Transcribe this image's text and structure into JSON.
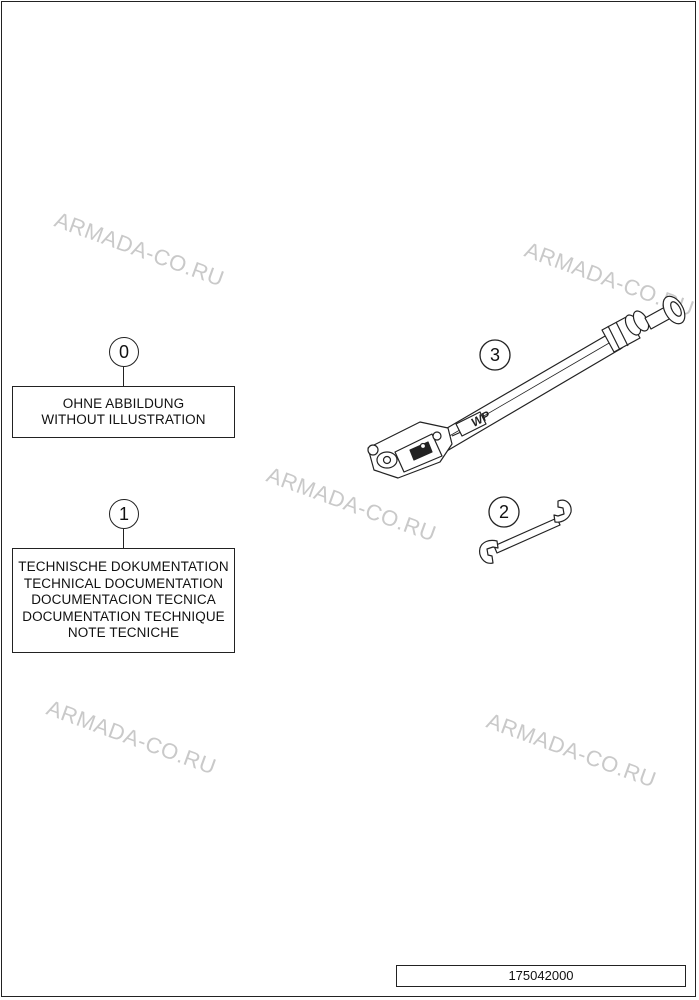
{
  "watermarks": [
    "ARMADA-CO.RU",
    "ARMADA-CO.RU",
    "ARMADA-CO.RU",
    "ARMADA-CO.RU",
    "ARMADA-CO.RU"
  ],
  "callouts": {
    "item0": "0",
    "item1": "1",
    "item2": "2",
    "item3": "3"
  },
  "boxes": {
    "without_illustration": [
      "OHNE ABBILDUNG",
      "WITHOUT ILLUSTRATION"
    ],
    "technical_documentation": [
      "TECHNISCHE DOKUMENTATION",
      "TECHNICAL DOCUMENTATION",
      "DOCUMENTACION TECNICA",
      "DOCUMENTATION TECHNIQUE",
      "NOTE TECNICHE"
    ]
  },
  "parts": {
    "pump_logo": "WP"
  },
  "footer": {
    "document_number": "175042000"
  }
}
